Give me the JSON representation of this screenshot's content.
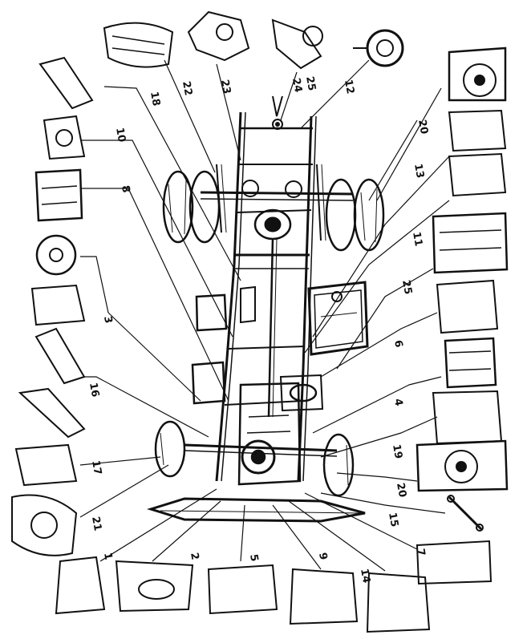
{
  "colors": {
    "ink": "#111111",
    "paper": "#ffffff",
    "shade": "#555555"
  },
  "callouts": [
    {
      "id": "c22",
      "text": "22"
    },
    {
      "id": "c23",
      "text": "23"
    },
    {
      "id": "c24",
      "text": "24"
    },
    {
      "id": "c25top",
      "text": "25"
    },
    {
      "id": "c12",
      "text": "12"
    },
    {
      "id": "c18",
      "text": "18"
    },
    {
      "id": "c10",
      "text": "10"
    },
    {
      "id": "c20top",
      "text": "20"
    },
    {
      "id": "c13",
      "text": "13"
    },
    {
      "id": "c8",
      "text": "8"
    },
    {
      "id": "c11",
      "text": "11"
    },
    {
      "id": "c25mid",
      "text": "25"
    },
    {
      "id": "c3",
      "text": "3"
    },
    {
      "id": "c6",
      "text": "6"
    },
    {
      "id": "c16",
      "text": "16"
    },
    {
      "id": "c4",
      "text": "4"
    },
    {
      "id": "c19",
      "text": "19"
    },
    {
      "id": "c17",
      "text": "17"
    },
    {
      "id": "c20bot",
      "text": "20"
    },
    {
      "id": "c21",
      "text": "21"
    },
    {
      "id": "c15",
      "text": "15"
    },
    {
      "id": "c1",
      "text": "1"
    },
    {
      "id": "c2",
      "text": "2"
    },
    {
      "id": "c5",
      "text": "5"
    },
    {
      "id": "c9",
      "text": "9"
    },
    {
      "id": "c14",
      "text": "14"
    },
    {
      "id": "c7",
      "text": "7"
    }
  ]
}
